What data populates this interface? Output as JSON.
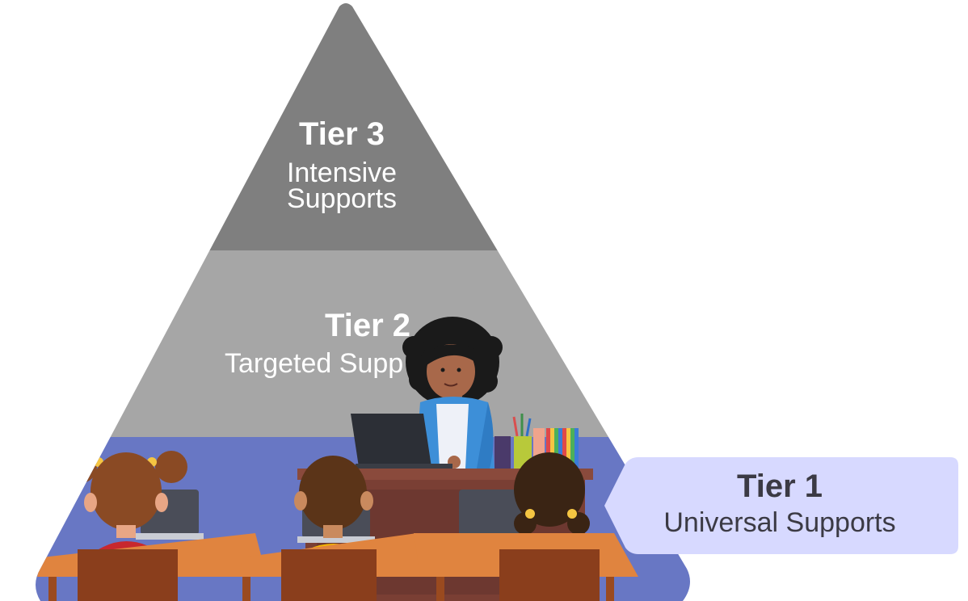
{
  "pyramid": {
    "tier3": {
      "title": "Tier 3",
      "subtitle_line1": "Intensive",
      "subtitle_line2": "Supports",
      "color": "#7f7f7f"
    },
    "tier2": {
      "title": "Tier 2",
      "subtitle": "Targeted Supp",
      "color": "#a6a6a6"
    },
    "tier1": {
      "color": "#6877c4"
    }
  },
  "callout": {
    "title": "Tier 1",
    "subtitle": "Universal Supports",
    "color": "#d7d9ff",
    "text_color": "#3b3a44"
  },
  "illustration": {
    "depicts": "teacher at desk with laptop, three students at desks with laptops"
  }
}
